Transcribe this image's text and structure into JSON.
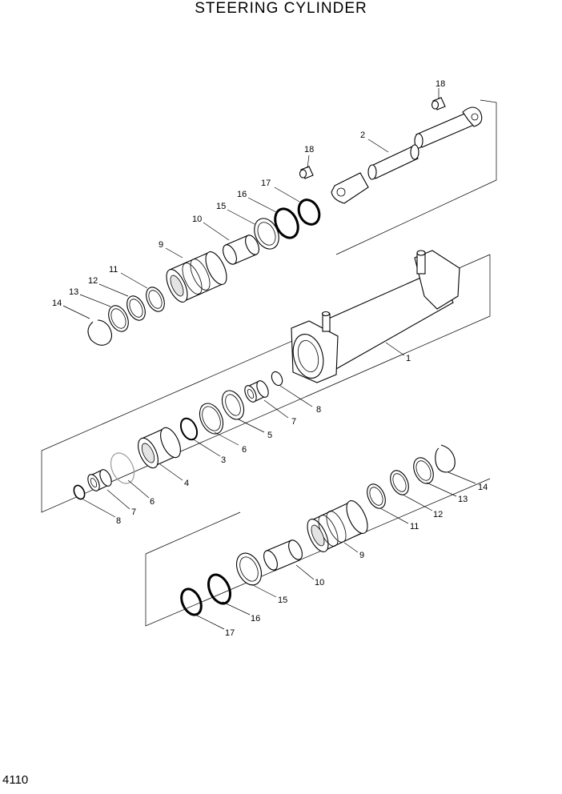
{
  "title": "STEERING CYLINDER",
  "page_number": "4110",
  "callouts": [
    "1",
    "2",
    "3",
    "4",
    "5",
    "6",
    "7",
    "8",
    "9",
    "10",
    "11",
    "12",
    "13",
    "14",
    "15",
    "16",
    "17",
    "18"
  ]
}
